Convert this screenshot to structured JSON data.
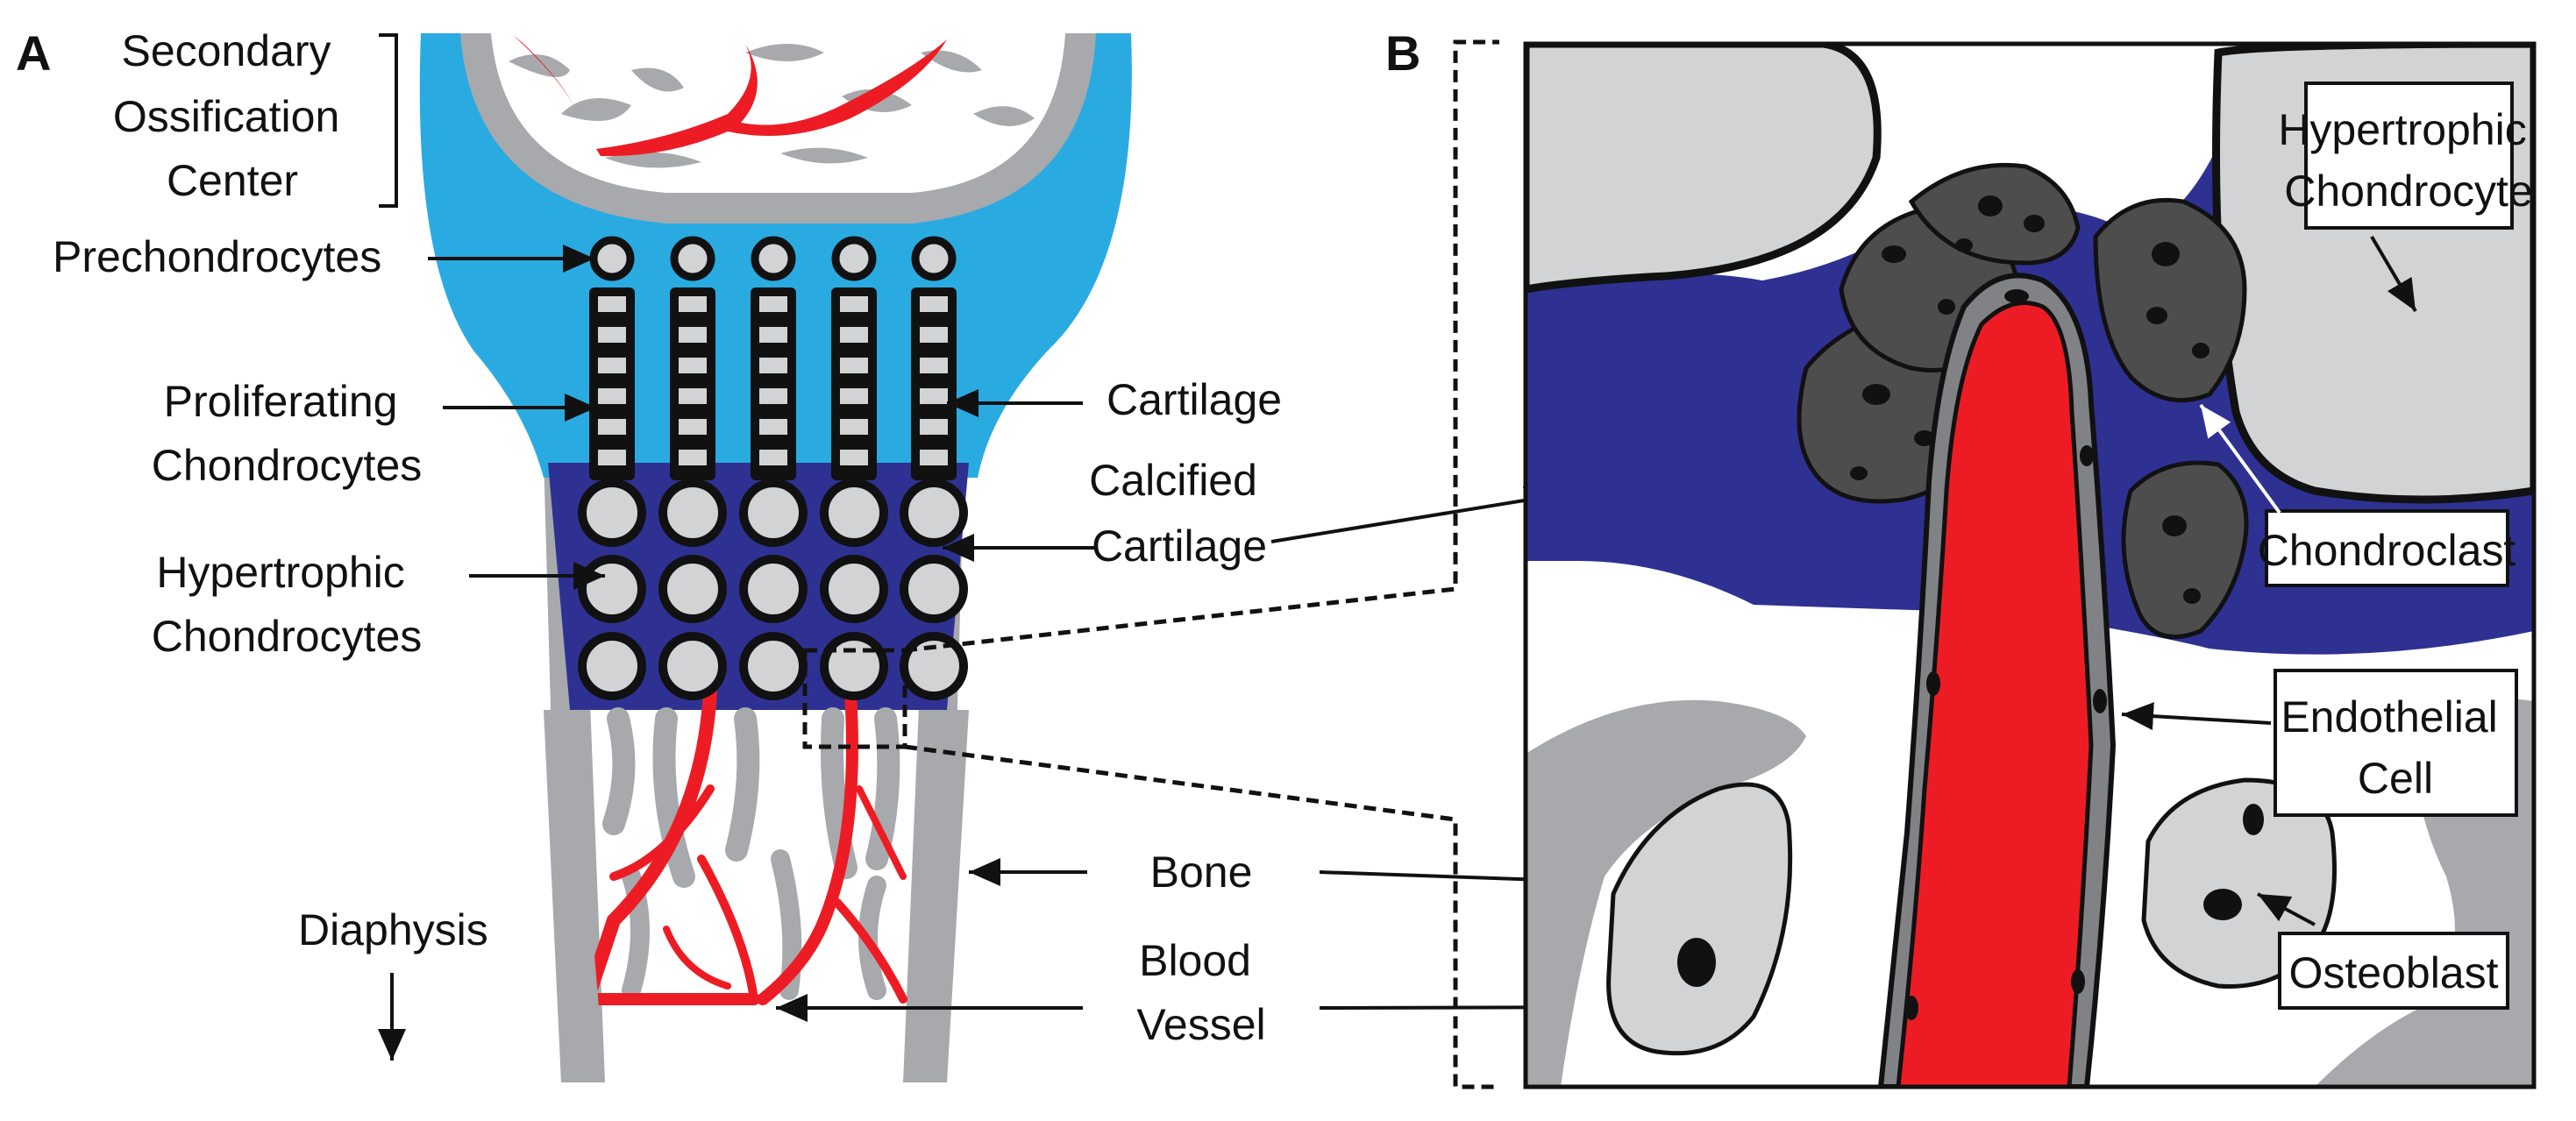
{
  "panels": {
    "a": "A",
    "b": "B"
  },
  "panel_a": {
    "secondary_center": [
      "Secondary",
      "Ossification",
      "Center"
    ],
    "prechondrocytes": "Prechondrocytes",
    "proliferating": [
      "Proliferating",
      "Chondrocytes"
    ],
    "hypertrophic": [
      "Hypertrophic",
      "Chondrocytes"
    ],
    "cartilage": "Cartilage",
    "calcified": [
      "Calcified",
      "Cartilage"
    ],
    "bone": "Bone",
    "diaphysis": "Diaphysis",
    "blood_vessel": [
      "Blood",
      "Vessel"
    ]
  },
  "panel_b": {
    "hypertrophic_chondrocyte": [
      "Hypertrophic",
      "Chondrocyte"
    ],
    "chondroclast": "Chondroclast",
    "endothelial": [
      "Endothelial",
      "Cell"
    ],
    "osteoblast": "Osteoblast"
  },
  "colors": {
    "cartilage": "#29abe2",
    "calcified_cartilage": "#2e3192",
    "bone": "#a7a9ac",
    "blood_vessel": "#ed1c24",
    "chondroclast": "#4d4d4d",
    "hypertrophic_cell": "#d1d3d4"
  }
}
